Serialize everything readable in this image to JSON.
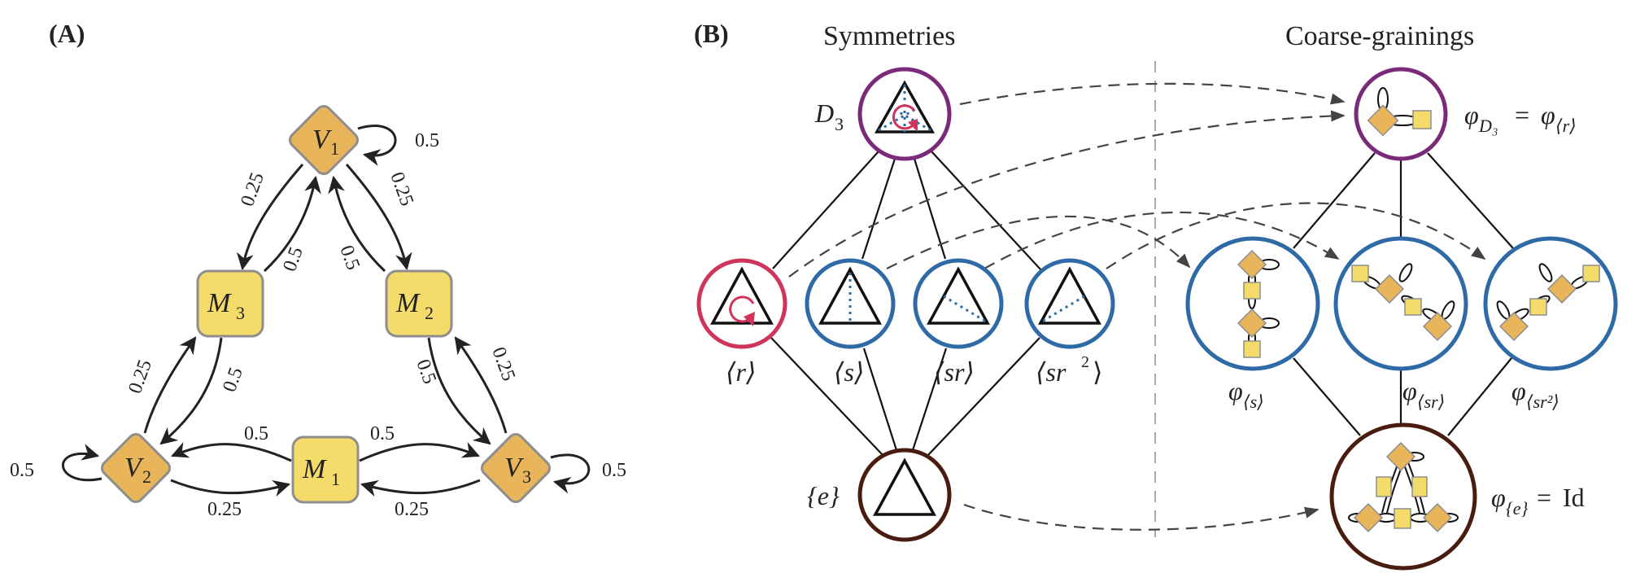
{
  "panelA": {
    "label": "(A)",
    "colors": {
      "variable": "#E8B55A",
      "mechanism": "#F5DC6A",
      "border": "#8E8E8E",
      "edge": "#222222"
    },
    "nodes": [
      {
        "id": "V1",
        "name": "V",
        "sub": "1",
        "kind": "variable"
      },
      {
        "id": "M3",
        "name": "M",
        "sub": "3",
        "kind": "mechanism"
      },
      {
        "id": "M2",
        "name": "M",
        "sub": "2",
        "kind": "mechanism"
      },
      {
        "id": "V2",
        "name": "V",
        "sub": "2",
        "kind": "variable"
      },
      {
        "id": "M1",
        "name": "M",
        "sub": "1",
        "kind": "mechanism"
      },
      {
        "id": "V3",
        "name": "V",
        "sub": "3",
        "kind": "variable"
      }
    ],
    "edges": [
      {
        "from": "V1",
        "to": "V1",
        "weight": "0.5"
      },
      {
        "from": "V1",
        "to": "M3",
        "weight": "0.25"
      },
      {
        "from": "M3",
        "to": "V1",
        "weight": "0.5"
      },
      {
        "from": "M2",
        "to": "V1",
        "weight": "0.5"
      },
      {
        "from": "V1",
        "to": "M2",
        "weight": "0.25"
      },
      {
        "from": "V2",
        "to": "M3",
        "weight": "0.25"
      },
      {
        "from": "M3",
        "to": "V2",
        "weight": "0.5"
      },
      {
        "from": "V2",
        "to": "V2",
        "weight": "0.5"
      },
      {
        "from": "M1",
        "to": "V2",
        "weight": "0.5"
      },
      {
        "from": "V2",
        "to": "M1",
        "weight": "0.25"
      },
      {
        "from": "M1",
        "to": "V3",
        "weight": "0.5"
      },
      {
        "from": "V3",
        "to": "M1",
        "weight": "0.25"
      },
      {
        "from": "V3",
        "to": "V3",
        "weight": "0.5"
      },
      {
        "from": "M2",
        "to": "V3",
        "weight": "0.5"
      },
      {
        "from": "V3",
        "to": "M2",
        "weight": "0.25"
      }
    ]
  },
  "panelB": {
    "label": "(B)",
    "left_title": "Symmetries",
    "right_title": "Coarse-grainings",
    "colors": {
      "top": "#7A2A78",
      "rotation": "#D0345A",
      "reflection": "#2E6AA6",
      "identity": "#4A1C10",
      "dashed": "#444444"
    },
    "symmetries": {
      "D3": {
        "label": "D",
        "sub": "3"
      },
      "r": {
        "label": "⟨r⟩"
      },
      "s": {
        "label": "⟨s⟩"
      },
      "sr": {
        "label": "⟨sr⟩"
      },
      "sr2": {
        "label": "⟨sr",
        "sup": "2",
        "close": "⟩"
      },
      "e": {
        "label": "{e}"
      }
    },
    "coarse_grainings": {
      "phiD3": {
        "label": "φ",
        "sub": "D₃",
        "eq": "=",
        "rhs": "φ",
        "rhs_sub": "⟨r⟩"
      },
      "phis": {
        "label": "φ",
        "sub": "⟨s⟩"
      },
      "phisr": {
        "label": "φ",
        "sub": "⟨sr⟩"
      },
      "phisr2": {
        "label": "φ",
        "sub": "⟨sr²⟩"
      },
      "phie": {
        "label": "φ",
        "sub": "{e}",
        "eq": "=",
        "rhs": "Id"
      }
    },
    "mappings": [
      {
        "from": "D3",
        "to": "phiD3"
      },
      {
        "from": "r",
        "to": "phiD3"
      },
      {
        "from": "s",
        "to": "phis"
      },
      {
        "from": "sr",
        "to": "phisr"
      },
      {
        "from": "sr2",
        "to": "phisr2"
      },
      {
        "from": "e",
        "to": "phie"
      }
    ]
  }
}
